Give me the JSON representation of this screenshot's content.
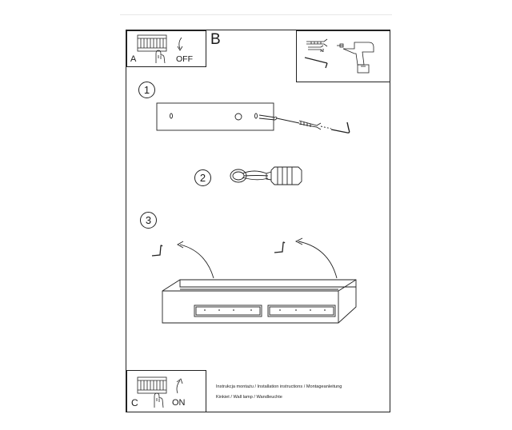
{
  "panels": {
    "a": {
      "letter": "A",
      "switch_label": "OFF"
    },
    "b": {
      "letter": "B"
    },
    "tools": {
      "count_label": "x2"
    },
    "c": {
      "letter": "C",
      "switch_label": "ON"
    }
  },
  "steps": [
    "1",
    "2",
    "3"
  ],
  "caption": {
    "line1": "Instrukcja montażu / Installation instructions / Montageanleitung",
    "line2": "Kinkiet / Wall lamp / Wandleuchte"
  }
}
